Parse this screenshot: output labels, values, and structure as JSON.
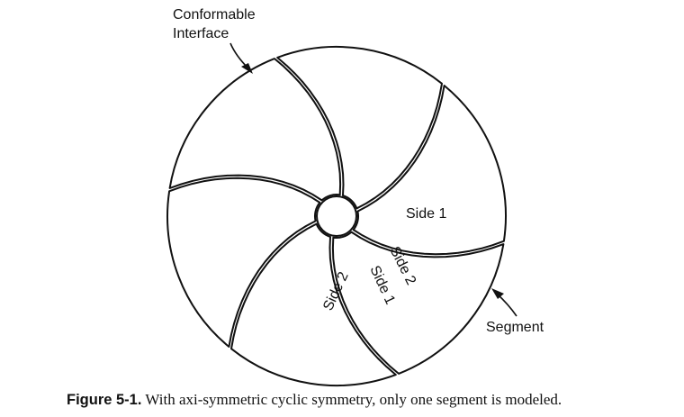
{
  "labels": {
    "interface_line1": "Conformable",
    "interface_line2": "Interface",
    "side1_top": "Side 1",
    "side2_diag": "Side 2",
    "side1_diag": "Side 1",
    "side2_left": "Side 2",
    "segment": "Segment"
  },
  "caption": {
    "figure_number": "Figure 5-1.",
    "text": "With axi-symmetric cyclic symmetry, only one segment is modeled."
  },
  "diagram": {
    "segment_count": 6,
    "colors": {
      "stroke": "#111111",
      "fill": "#ffffff"
    }
  }
}
